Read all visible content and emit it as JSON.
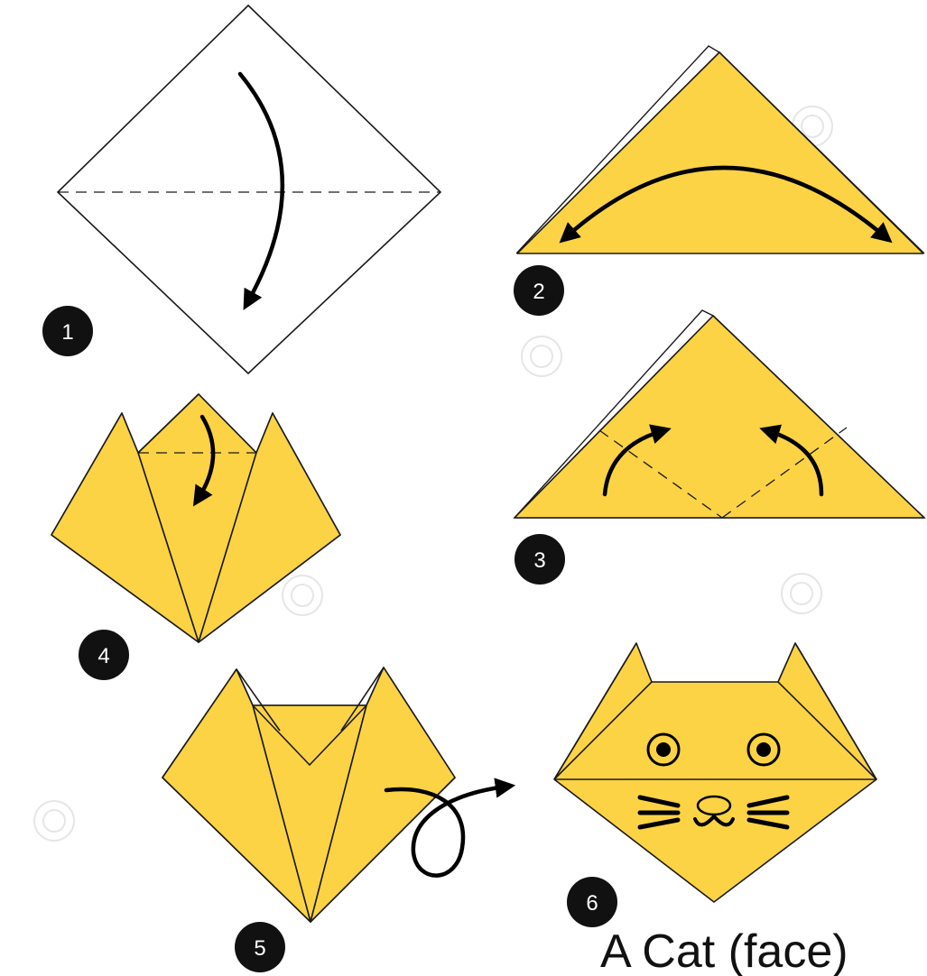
{
  "title": "A Cat (face)",
  "steps": [
    {
      "number": "1"
    },
    {
      "number": "2"
    },
    {
      "number": "3"
    },
    {
      "number": "4"
    },
    {
      "number": "5"
    },
    {
      "number": "6"
    }
  ],
  "colors": {
    "paper_front": "#fcd344",
    "paper_back": "#ffffff",
    "outline": "#1a1a1a",
    "badge": "#111111"
  },
  "icons": [
    "fold-arrow-icon",
    "double-arrow-icon",
    "turn-over-icon"
  ]
}
